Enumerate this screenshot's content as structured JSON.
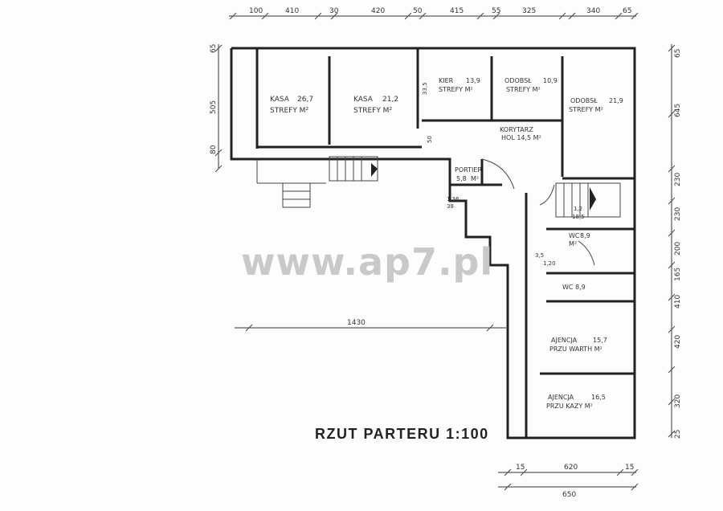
{
  "plan": {
    "title": "RZUT PARTERU 1:100",
    "watermark": "www.ap7.pl",
    "top_dimensions": [
      "100",
      "410",
      "30",
      "420",
      "50",
      "415",
      "55",
      "325",
      "340",
      "65"
    ],
    "left_dimensions": [
      "65",
      "505",
      "80"
    ],
    "right_dimensions": [
      "65",
      "645",
      "230",
      "230",
      "200",
      "165",
      "410",
      "420",
      "320",
      "25"
    ],
    "bottom_dimensions": [
      "15",
      "620",
      "15",
      "650"
    ],
    "middle_dimension": "1430",
    "rooms": [
      {
        "name": "KASA",
        "area": "26,7",
        "sub": "STREFY M²"
      },
      {
        "name": "KASA",
        "area": "21,2",
        "sub": "STREFY M²"
      },
      {
        "name": "KIER",
        "area": "13,9",
        "sub": "STREFY M²"
      },
      {
        "name": "ODOBSŁ",
        "area": "10,9",
        "sub": "STREFY M²"
      },
      {
        "name": "ODOBSŁ",
        "area": "21,9",
        "sub": "STREFY M²"
      },
      {
        "name": "KORYTARZ",
        "area": "",
        "sub": "HOL 14,5 M²"
      },
      {
        "name": "PORTIER",
        "area": "5,8",
        "sub": "M²"
      },
      {
        "name": "WC",
        "area": "8,9",
        "sub": "M²"
      },
      {
        "name": "WC",
        "area": "8,9",
        "sub": ""
      },
      {
        "name": "AJENCJA",
        "area": "15,7",
        "sub": "PRZU WARTH M²"
      },
      {
        "name": "AJENCJA",
        "area": "16,5",
        "sub": "PRZU KAZY M²"
      }
    ],
    "misc_labels": [
      "33,5",
      "50",
      "1,36",
      "38",
      "1,2",
      "18,5",
      "3,5",
      "1,20"
    ]
  }
}
